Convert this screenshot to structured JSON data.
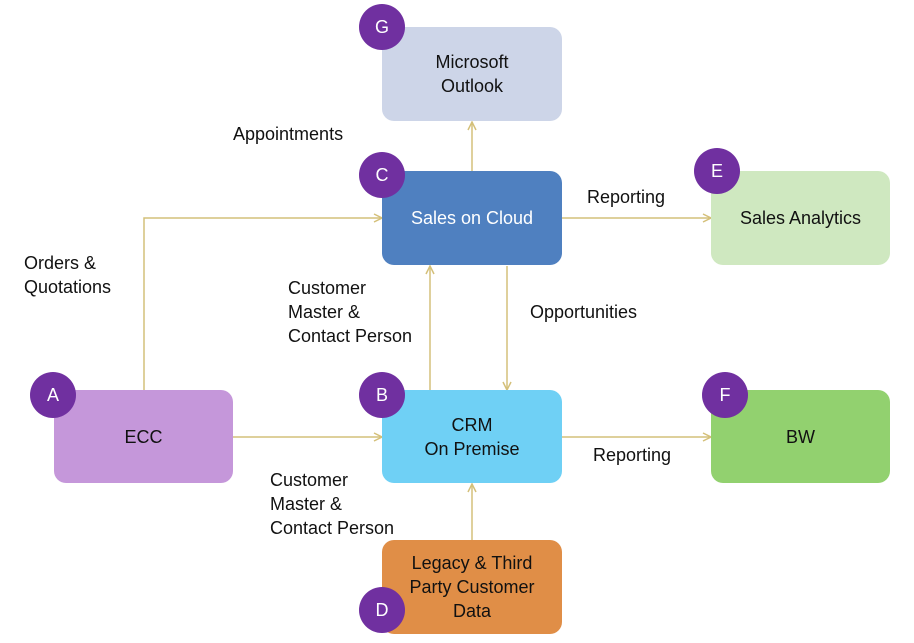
{
  "colors": {
    "connector": "#d4c07a",
    "badge": "#7030a0"
  },
  "nodes": {
    "outlook": {
      "text": "Microsoft\nOutlook",
      "badge": "G",
      "color": "#cdd5e8"
    },
    "cloud": {
      "text": "Sales on Cloud",
      "badge": "C",
      "color": "#4f80c0",
      "text_color": "#ffffff"
    },
    "analytics": {
      "text": "Sales Analytics",
      "badge": "E",
      "color": "#cfe8c0"
    },
    "ecc": {
      "text": "ECC",
      "badge": "A",
      "color": "#c597da"
    },
    "crm": {
      "text": "CRM\nOn Premise",
      "badge": "B",
      "color": "#6fd0f5"
    },
    "bw": {
      "text": "BW",
      "badge": "F",
      "color": "#92d16f"
    },
    "legacy": {
      "text": "Legacy & Third\nParty Customer\nData",
      "badge": "D",
      "color": "#e08e47"
    }
  },
  "edge_labels": {
    "appointments": "Appointments",
    "reporting_cloud": "Reporting",
    "orders": "Orders &\nQuotations",
    "customer_master_up": "Customer\nMaster &\nContact Person",
    "opportunities": "Opportunities",
    "reporting_crm": "Reporting",
    "customer_master_down": "Customer\nMaster &\nContact Person"
  }
}
